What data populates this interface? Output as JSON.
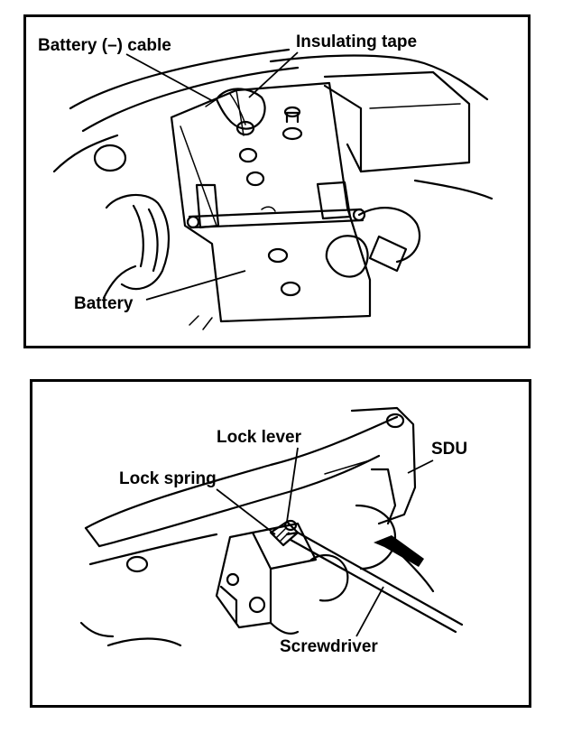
{
  "top_figure": {
    "labels": {
      "battery_neg_cable": "Battery (–) cable",
      "insulating_tape": "Insulating tape",
      "battery": "Battery"
    }
  },
  "bottom_figure": {
    "labels": {
      "lock_lever": "Lock lever",
      "sdu": "SDU",
      "lock_spring": "Lock spring",
      "screwdriver": "Screwdriver"
    }
  }
}
